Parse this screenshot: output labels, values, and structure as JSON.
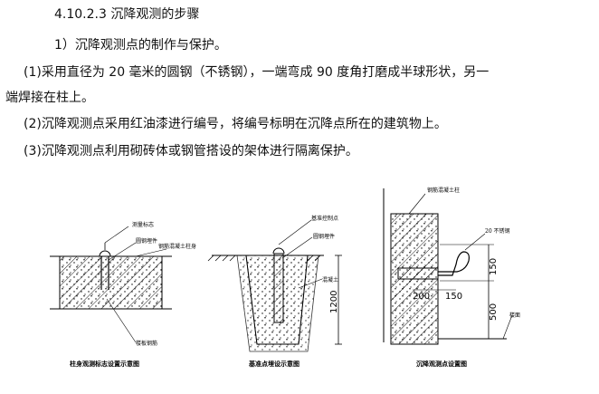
{
  "heading": "4.10.2.3 沉降观测的步骤",
  "section": "1）沉降观测点的制作与保护。",
  "paragraphs": [
    "(1)采用直径为 20 毫米的圆钢（不锈钢），一端弯成 90 度角打磨成半球形状，另一",
    "端焊接在柱上。",
    "(2)沉降观测点采用红油漆进行编号，将编号标明在沉降点所在的建筑物上。",
    "(3)沉降观测点利用砌砖体或钢管搭设的架体进行隔离保护。"
  ],
  "figures": {
    "left": {
      "caption": "柱身观测标志设置示意图",
      "labels": [
        "测量标志",
        "圆钢埋件",
        "钢筋混凝土柱身",
        "楼板钢筋"
      ]
    },
    "middle": {
      "caption": "基准点埋设示意图",
      "labels": [
        "基准控制点",
        "圆钢埋件",
        "混凝土"
      ],
      "dim": "1200"
    },
    "right": {
      "caption": "沉降观测点设置图",
      "labels": [
        "钢筋混凝土柱",
        "20 不锈钢",
        "楼面"
      ],
      "dims": [
        "150",
        "200",
        "150",
        "500"
      ]
    }
  }
}
